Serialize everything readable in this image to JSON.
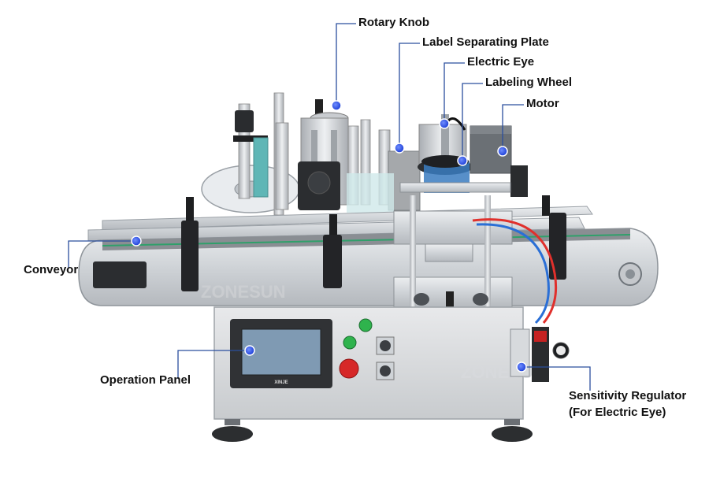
{
  "labels": {
    "rotary_knob": "Rotary Knob",
    "label_separating_plate": "Label Separating Plate",
    "electric_eye": "Electric Eye",
    "labeling_wheel": "Labeling Wheel",
    "motor": "Motor",
    "conveyor": "Conveyor",
    "operation_panel": "Operation Panel",
    "sensitivity_regulator_line1": "Sensitivity Regulator",
    "sensitivity_regulator_line2": "(For Electric Eye)"
  },
  "watermark": "ZONESUN",
  "screen_brand": "XINJE",
  "colors": {
    "leader_line": "#2b4f9e",
    "marker": "#1d3fd6",
    "steel": "#cfd2d6",
    "conveyor_belt": "#8a8e93",
    "start_button": "#2fb34d",
    "stop_button": "#d62828",
    "screen": "#7f9ab3",
    "air_tube_red": "#e0302c",
    "air_tube_blue": "#2a6fd6"
  },
  "icons": [
    "marker-dot-icon"
  ]
}
